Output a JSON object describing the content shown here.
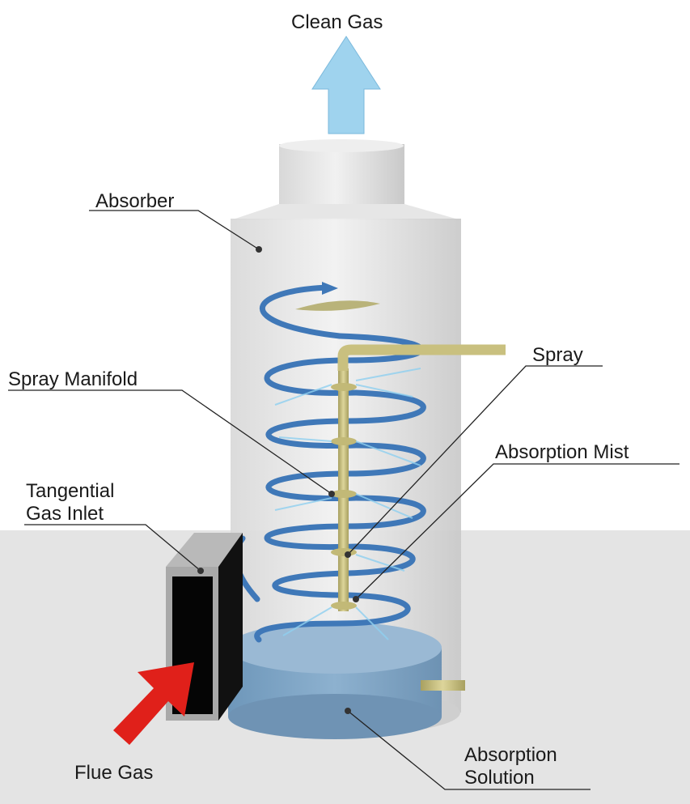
{
  "labels": {
    "clean_gas": "Clean Gas",
    "absorber": "Absorber",
    "spray_manifold": "Spray Manifold",
    "spray": "Spray",
    "absorption_mist": "Absorption Mist",
    "tangential_line1": "Tangential",
    "tangential_line2": "Gas Inlet",
    "flue_gas": "Flue Gas",
    "absorption_line1": "Absorption",
    "absorption_line2": "Solution"
  },
  "colors": {
    "clean_gas_arrow": "#9fd3ee",
    "flue_gas_arrow": "#e0201a",
    "coil": "#3f78b8",
    "pipe": "#c9c07f",
    "solution": "#7fa6c6"
  }
}
